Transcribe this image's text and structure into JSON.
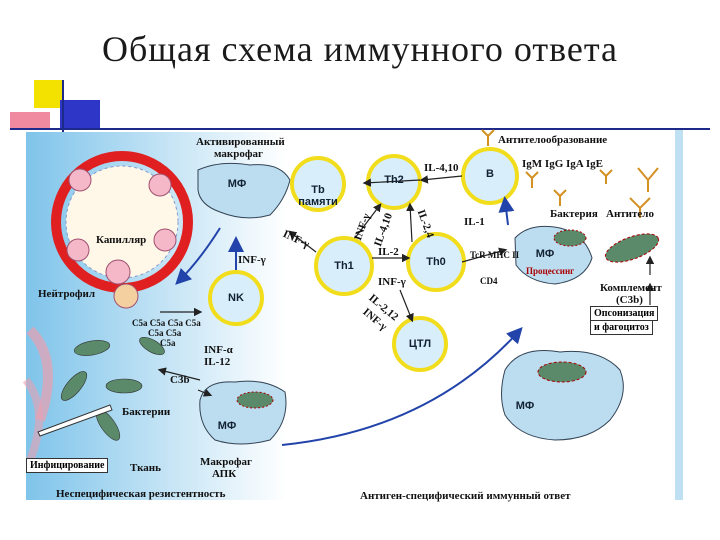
{
  "title": "Общая схема иммунного ответа",
  "labels": {
    "activated_macrophage_1": "Активированный",
    "activated_macrophage_2": "макрофаг",
    "capillary": "Капилляр",
    "neutrophil": "Нейтрофил",
    "c5a_row1": "C5a C5a C5a C5a",
    "c5a_row2": "C5a C5a",
    "c5a_row3": "C5a",
    "inf_gamma_left": "INF-γ",
    "inf_alpha": "INF-α",
    "il12_left": "IL-12",
    "c3b": "C3b",
    "bacteria_left": "Бактерии",
    "infection": "Инфицирование",
    "tissue": "Ткань",
    "macrophage_apk_1": "Макрофаг",
    "macrophage_apk_2": "АПК",
    "nonspecific": "Неспецифическая резистентность",
    "specific": "Антиген-специфический иммунный ответ",
    "antibody_formation": "Антителообразование",
    "immunoglobulins": "IgM IgG IgA IgE",
    "il410": "IL-4,10",
    "il1": "IL-1",
    "il2": "IL-2",
    "inf_gamma_mid": "INF-γ",
    "il212": "IL-2,12",
    "inf_gamma_low": "INF-γ",
    "il24": "IL-2,4",
    "inf_gamma_diag": "INF-γ",
    "il410_diag": "IL-4,10",
    "inf_gamma_th": "INF-γ",
    "bacterium_right": "Бактерия",
    "antibody_right": "Антитело",
    "complement_1": "Комплемент",
    "complement_2": "(C3b)",
    "opsonization_1": "Опсонизация",
    "opsonization_2": "и фагоцитоз",
    "tcr_mhc": "TcR MHC II",
    "cd4": "CD4",
    "processing": "Процессинг"
  },
  "cells": {
    "mf_top": "МФ",
    "tb_memory_1": "Tb",
    "tb_memory_2": "памяти",
    "th2": "Th2",
    "b": "B",
    "th1": "Th1",
    "th0": "Th0",
    "mf_apc": "МФ",
    "nk": "NK",
    "ctl": "ЦТЛ",
    "mf_bottom_left": "МФ",
    "mf_bottom_right": "МФ"
  },
  "colors": {
    "panel_blue": "#cfe6f5",
    "cell_fill": "#d8eefa",
    "cell_ring": "#f2dd1c",
    "arrow": "#2244aa",
    "capillary_red": "#e02020",
    "bacterium_green": "#5a8a6a"
  }
}
